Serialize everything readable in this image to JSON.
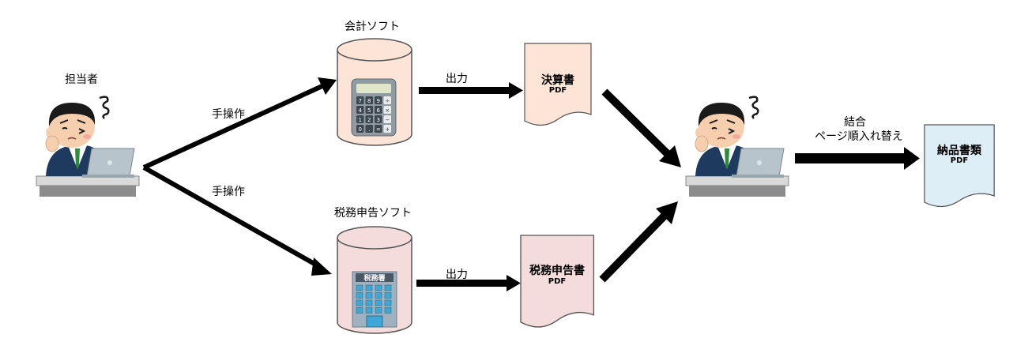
{
  "people": {
    "left_label": "担当者"
  },
  "software": {
    "accounting": "会計ソフト",
    "tax": "税務申告ソフト",
    "tax_building_sign": "税務署"
  },
  "edges": {
    "manual_top": "手操作",
    "manual_bottom": "手操作",
    "output_top": "出力",
    "output_bottom": "出力",
    "merge_line1": "結合",
    "merge_line2": "ページ順入れ替え"
  },
  "documents": {
    "financial": {
      "title": "決算書",
      "sub": "PDF"
    },
    "tax_return": {
      "title": "税務申告書",
      "sub": "PDF"
    },
    "final": {
      "title": "納品書類",
      "sub": "PDF"
    }
  },
  "calculator_keys": [
    "7",
    "8",
    "9",
    "÷",
    "4",
    "5",
    "6",
    "×",
    "1",
    "2",
    "3",
    "−",
    "0",
    ".",
    "=",
    "+"
  ],
  "colors": {
    "accounting_cylinder": "#fce4d6",
    "tax_cylinder": "#f4dcdc",
    "financial_doc": "#fce4d6",
    "tax_doc": "#f4dcdc",
    "final_doc": "#deeef6",
    "arrow": "#000000"
  }
}
